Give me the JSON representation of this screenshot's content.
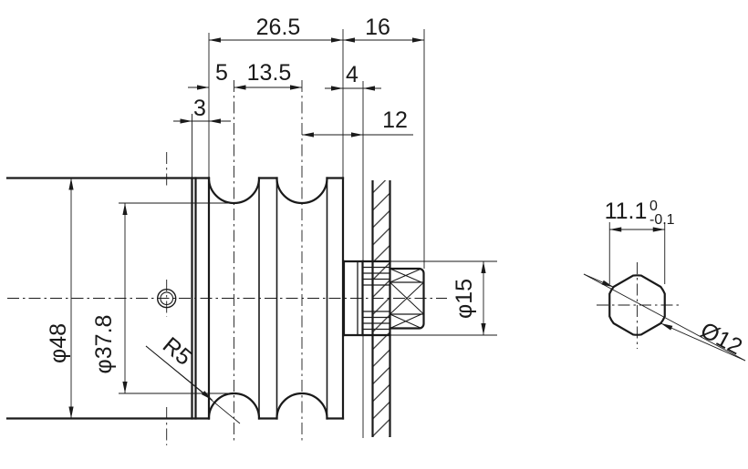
{
  "drawing": {
    "side_view": {
      "dims": {
        "pulley_width": "26.5",
        "shaft_end_length": "16",
        "groove1_offset": "5",
        "groove_spacing": "13.5",
        "boss_length": "4",
        "collar_width": "3",
        "groove_to_boss_end": "12",
        "body_diameter": "φ48",
        "groove_root_diameter": "φ37.8",
        "groove_radius": "R5",
        "spline_diameter": "φ15"
      }
    },
    "end_view": {
      "across_flats": "11.1",
      "tolerance_upper": "0",
      "tolerance_lower": "-0.1",
      "shaft_diameter": "Ø12"
    },
    "colors": {
      "line": "#1a1a1a",
      "background": "#ffffff"
    }
  }
}
